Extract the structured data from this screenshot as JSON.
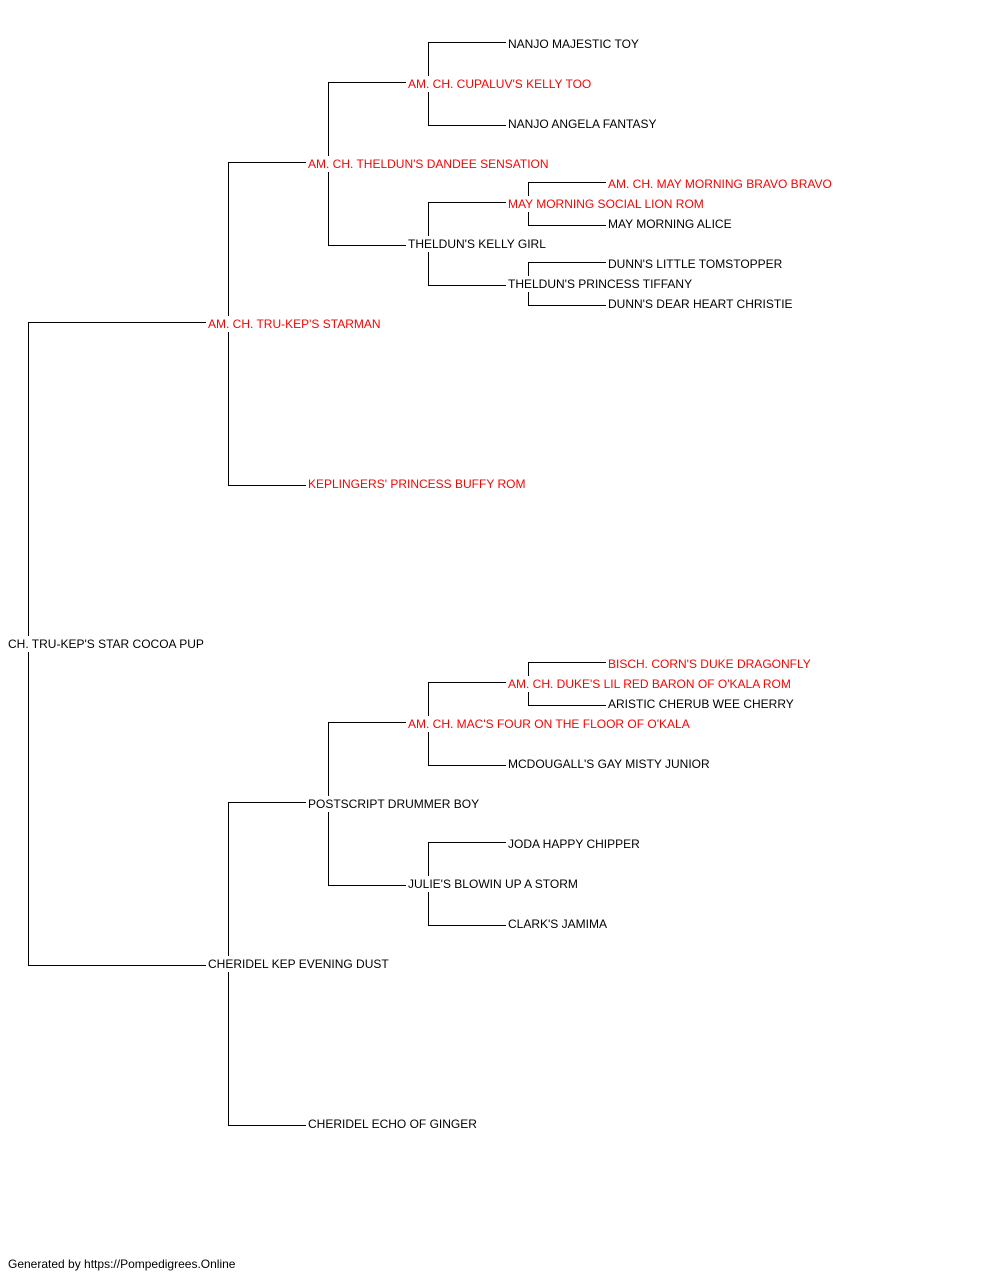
{
  "colors": {
    "champion": "#ff0000",
    "normal": "#000000",
    "lines": "#000000"
  },
  "pedigree": {
    "subject": {
      "name": "CH. TRU-KEP'S STAR COCOA PUP",
      "highlight": false
    },
    "sire": {
      "name": "AM. CH. TRU-KEP'S STARMAN",
      "highlight": true
    },
    "dam": {
      "name": "CHERIDEL KEP EVENING DUST",
      "highlight": false
    },
    "sire_sire": {
      "name": "AM. CH. THELDUN'S DANDEE SENSATION",
      "highlight": true
    },
    "sire_dam": {
      "name": "KEPLINGERS' PRINCESS BUFFY ROM",
      "highlight": true
    },
    "dam_sire": {
      "name": "POSTSCRIPT DRUMMER BOY",
      "highlight": false
    },
    "dam_dam": {
      "name": "CHERIDEL ECHO OF GINGER",
      "highlight": false
    },
    "sire_sire_sire": {
      "name": "AM. CH. CUPALUV'S KELLY TOO",
      "highlight": true
    },
    "sire_sire_dam": {
      "name": "THELDUN'S KELLY GIRL",
      "highlight": false
    },
    "dam_sire_sire": {
      "name": "AM. CH. MAC'S FOUR ON THE FLOOR OF O'KALA",
      "highlight": true
    },
    "dam_sire_dam": {
      "name": "JULIE'S BLOWIN UP A STORM",
      "highlight": false
    },
    "sss_sire": {
      "name": "NANJO MAJESTIC TOY",
      "highlight": false
    },
    "sss_dam": {
      "name": "NANJO ANGELA FANTASY",
      "highlight": false
    },
    "ssd_sire": {
      "name": "MAY MORNING SOCIAL LION ROM",
      "highlight": true
    },
    "ssd_dam": {
      "name": "THELDUN'S PRINCESS TIFFANY",
      "highlight": false
    },
    "dss_sire": {
      "name": "AM. CH. DUKE'S LIL RED BARON OF O'KALA ROM",
      "highlight": true
    },
    "dss_dam": {
      "name": "MCDOUGALL'S GAY MISTY JUNIOR",
      "highlight": false
    },
    "dsd_sire": {
      "name": "JODA HAPPY CHIPPER",
      "highlight": false
    },
    "dsd_dam": {
      "name": "CLARK'S JAMIMA",
      "highlight": false
    },
    "ssds_sire": {
      "name": "AM. CH. MAY MORNING BRAVO BRAVO",
      "highlight": true
    },
    "ssds_dam": {
      "name": "MAY MORNING ALICE",
      "highlight": false
    },
    "ssdd_sire": {
      "name": "DUNN'S LITTLE TOMSTOPPER",
      "highlight": false
    },
    "ssdd_dam": {
      "name": "DUNN'S DEAR HEART CHRISTIE",
      "highlight": false
    },
    "dsss_sire": {
      "name": "BISCH. CORN'S DUKE DRAGONFLY",
      "highlight": true
    },
    "dsss_dam": {
      "name": "ARISTIC CHERUB WEE CHERRY",
      "highlight": false
    }
  },
  "footer": {
    "text": "Generated by https://Pompedigrees.Online"
  }
}
